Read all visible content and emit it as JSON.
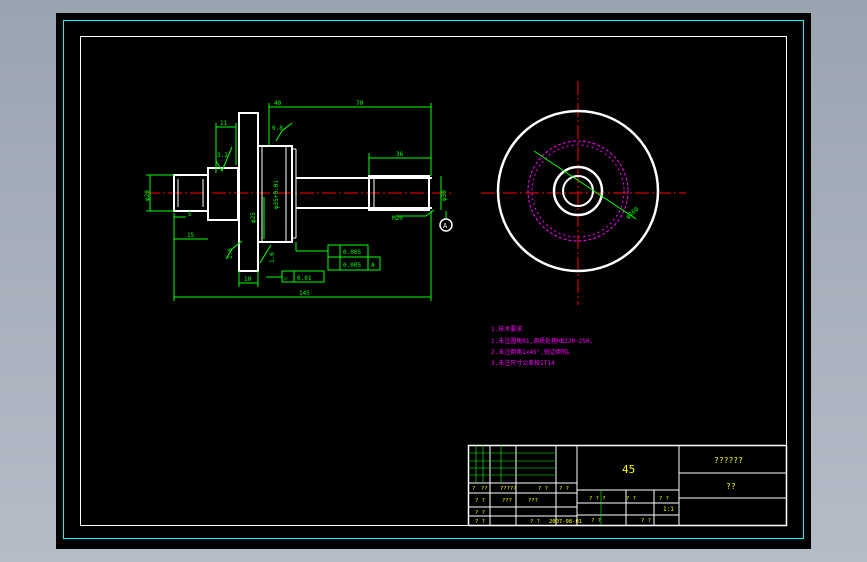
{
  "colors": {
    "background": "#000000",
    "frame": "#00ffff",
    "part": "#ffffff",
    "dimension": "#00ff00",
    "centerline": "#ff0000",
    "notes": "#ff00ff",
    "title_block_text": "#ffff00"
  },
  "drawing": {
    "dims": {
      "d40": "40",
      "d70": "70",
      "d11": "11",
      "d36": "36",
      "r32": "3.2",
      "r08": "0.8",
      "d15": "15",
      "d5": "5",
      "d10": "10",
      "d145": "145",
      "vert1": "φ35+0.01",
      "vert2": "φ25",
      "left_dia": "φ20",
      "right_dia": "φ30",
      "m_label": "M20",
      "dia_circle": "φ160",
      "r16": "1.6",
      "tol_flat_sym": "▱",
      "tol_flat_val": "0.01",
      "tol1_val": "0.005",
      "tol2_val": "0.005",
      "tol_datum": "A",
      "datum_letter": "A"
    },
    "notes": [
      "1.技术要求",
      "1.未注圆角R1,调质处理HB220~250。",
      "2.未注倒角1x45°,锐边倒钝。",
      "3.未注尺寸公差按IT14"
    ]
  },
  "title_block": {
    "material": "45",
    "drawing_name": "??????",
    "company": "??",
    "scale": "1:1",
    "small_cells": {
      "r1a": "?",
      "r1b": "??",
      "r1c": "?????",
      "r1d": "? ?",
      "r1e": "? ?",
      "r2a": "? ?",
      "r2b": "???",
      "r2c": "???",
      "r2d": "? ? ?",
      "r2e": "? ?",
      "r2f": "? ?",
      "r3a": "? ?",
      "r4a": "? ?",
      "r4b": "? ?",
      "r4c": "2007-08-01",
      "r4d": "? ?",
      "r4e": "? ?"
    }
  }
}
